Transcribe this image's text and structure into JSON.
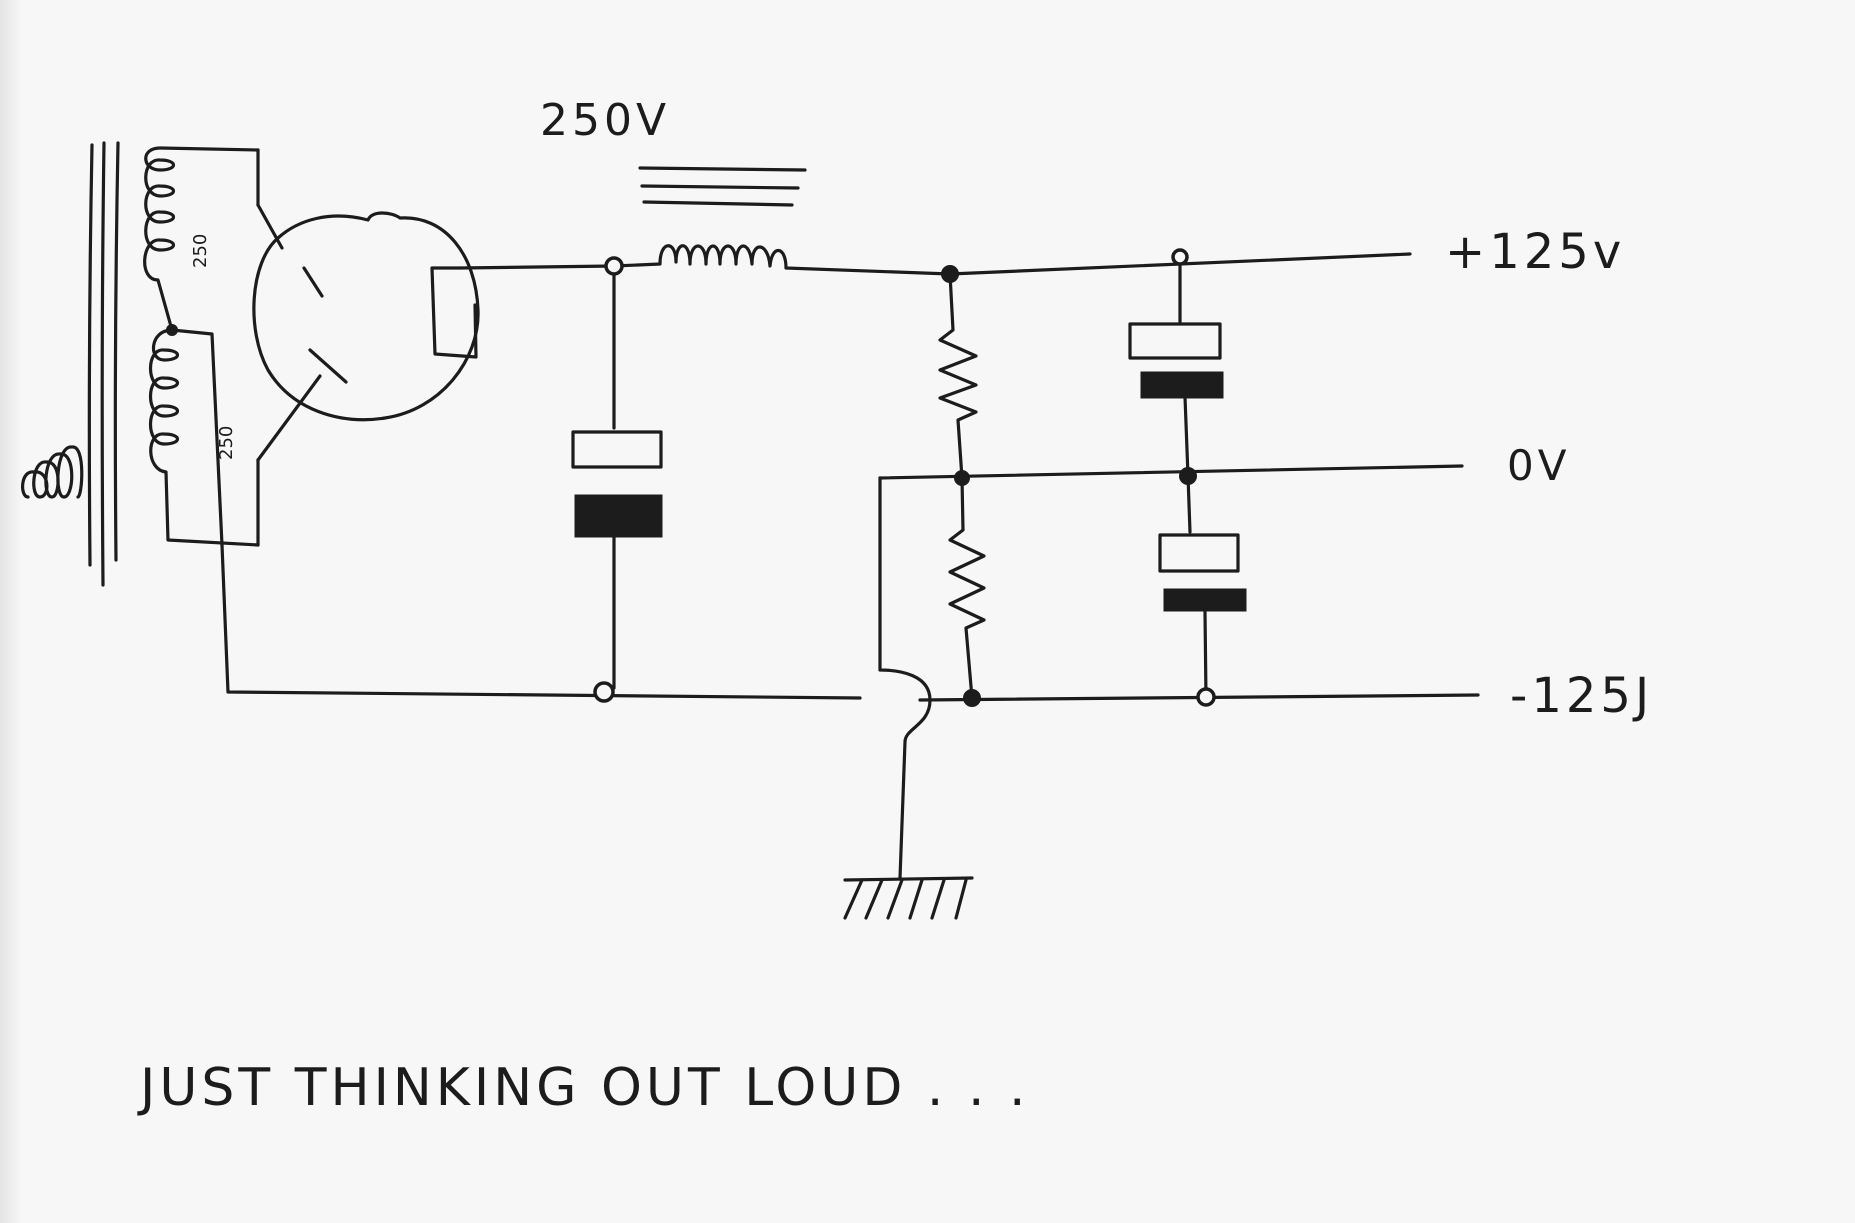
{
  "labels": {
    "supply_voltage": "250V",
    "positive_rail": "+125v",
    "zero_rail": "0V",
    "negative_rail": "-125J",
    "winding_upper": "250",
    "winding_lower": "250",
    "caption": "JUST THINKING OUT LOUD . . ."
  }
}
